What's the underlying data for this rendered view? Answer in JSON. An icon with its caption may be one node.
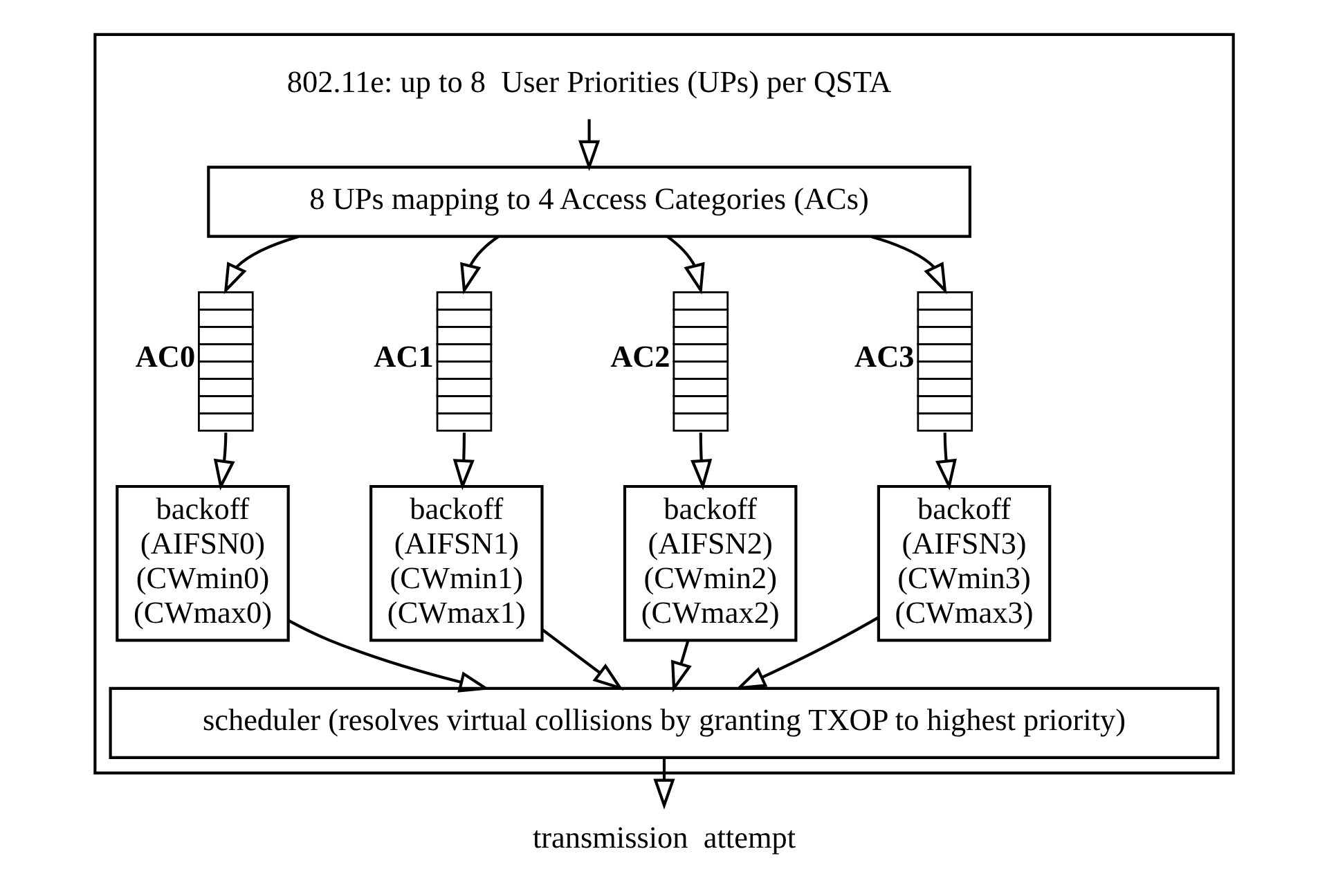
{
  "diagram": {
    "nodes": [
      {
        "text": [],
        "shape": "box"
      },
      {
        "text": [
          "802.11e: up to 8  User Priorities (UPs) per QSTA"
        ],
        "in": 0
      },
      {
        "text": [
          "8 UPs mapping to 4 Access Categories (ACs)"
        ],
        "in": 0
      },
      {
        "text": [],
        "shape": "queue",
        "beside": [
          "AC0"
        ],
        "in": 0
      },
      {
        "text": [],
        "shape": "queue",
        "beside": [
          "AC1"
        ],
        "in": 0
      },
      {
        "text": [],
        "shape": "queue",
        "beside": [
          "AC2"
        ],
        "in": 0
      },
      {
        "text": [],
        "shape": "queue",
        "beside": [
          "AC3"
        ],
        "in": 0
      },
      {
        "text": [
          "backoff (AIFSN0) (CWmin0) (CWmax0)"
        ],
        "in": 0
      },
      {
        "text": [
          "backoff (AIFSN1) (CWmin1) (CWmax1)"
        ],
        "in": 0
      },
      {
        "text": [
          "backoff (AIFSN2) (CWmin2) (CWmax2)"
        ],
        "in": 0
      },
      {
        "text": [
          "backoff (AIFSN3) (CWmin3) (CWmax3)"
        ],
        "in": 0
      },
      {
        "text": [
          "scheduler (resolves virtual collisions by granting TXOP to highest priority)"
        ],
        "in": 0
      },
      {
        "text": [
          "transmission  attempt"
        ]
      }
    ],
    "edges": [
      {
        "from": 1,
        "to": 2,
        "arrow": "to"
      },
      {
        "from": 2,
        "to": 3,
        "arrow": "to"
      },
      {
        "from": 2,
        "to": 4,
        "arrow": "to"
      },
      {
        "from": 2,
        "to": 5,
        "arrow": "to"
      },
      {
        "from": 2,
        "to": 6,
        "arrow": "to"
      },
      {
        "from": 3,
        "to": 7,
        "arrow": "to"
      },
      {
        "from": 4,
        "to": 8,
        "arrow": "to"
      },
      {
        "from": 5,
        "to": 9,
        "arrow": "to"
      },
      {
        "from": 6,
        "to": 10,
        "arrow": "to"
      },
      {
        "from": 7,
        "to": 11,
        "arrow": "to"
      },
      {
        "from": 8,
        "to": 11,
        "arrow": "to"
      },
      {
        "from": 9,
        "to": 11,
        "arrow": "to"
      },
      {
        "from": 10,
        "to": 11,
        "arrow": "to"
      },
      {
        "from": 11,
        "to": 12,
        "arrow": "to"
      }
    ]
  }
}
